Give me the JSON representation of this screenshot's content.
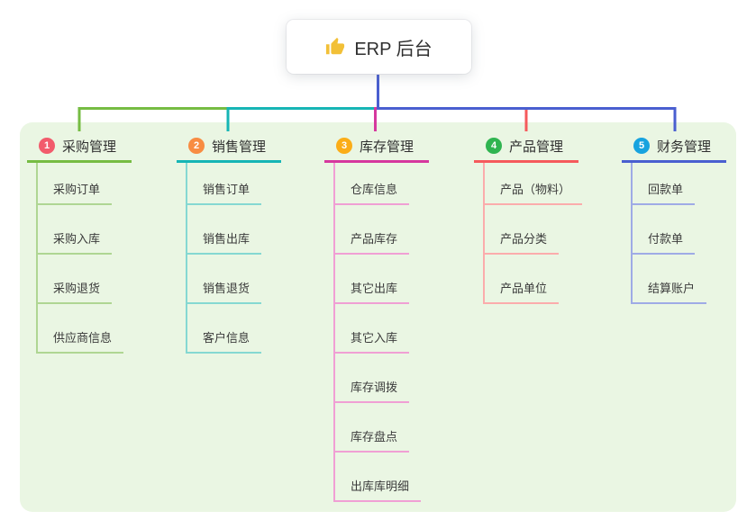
{
  "root": {
    "title": "ERP 后台",
    "icon": "thumbs-up-icon",
    "icon_color": "#F2C037"
  },
  "panel_color": "#EAF6E3",
  "trunk_color": "#4A5FD0",
  "branches": [
    {
      "number": "1",
      "label": "采购管理",
      "line_color": "#76BC43",
      "light_color": "#AFD693",
      "badge_color": "#F25B6C",
      "children": [
        "采购订单",
        "采购入库",
        "采购退货",
        "供应商信息"
      ]
    },
    {
      "number": "2",
      "label": "销售管理",
      "line_color": "#16B5B5",
      "light_color": "#85D8D2",
      "badge_color": "#F88C42",
      "children": [
        "销售订单",
        "销售出库",
        "销售退货",
        "客户信息"
      ]
    },
    {
      "number": "3",
      "label": "库存管理",
      "line_color": "#D6389E",
      "light_color": "#F09FD4",
      "badge_color": "#FBAD17",
      "children": [
        "仓库信息",
        "产品库存",
        "其它出库",
        "其它入库",
        "库存调拨",
        "库存盘点",
        "出库库明细"
      ]
    },
    {
      "number": "4",
      "label": "产品管理",
      "line_color": "#F55A5C",
      "light_color": "#FBACAC",
      "badge_color": "#2FB450",
      "children": [
        "产品（物料）",
        "产品分类",
        "产品单位"
      ]
    },
    {
      "number": "5",
      "label": "财务管理",
      "line_color": "#4A5FD0",
      "light_color": "#9FABE6",
      "badge_color": "#17A3DF",
      "children": [
        "回款单",
        "付款单",
        "结算账户"
      ]
    }
  ]
}
